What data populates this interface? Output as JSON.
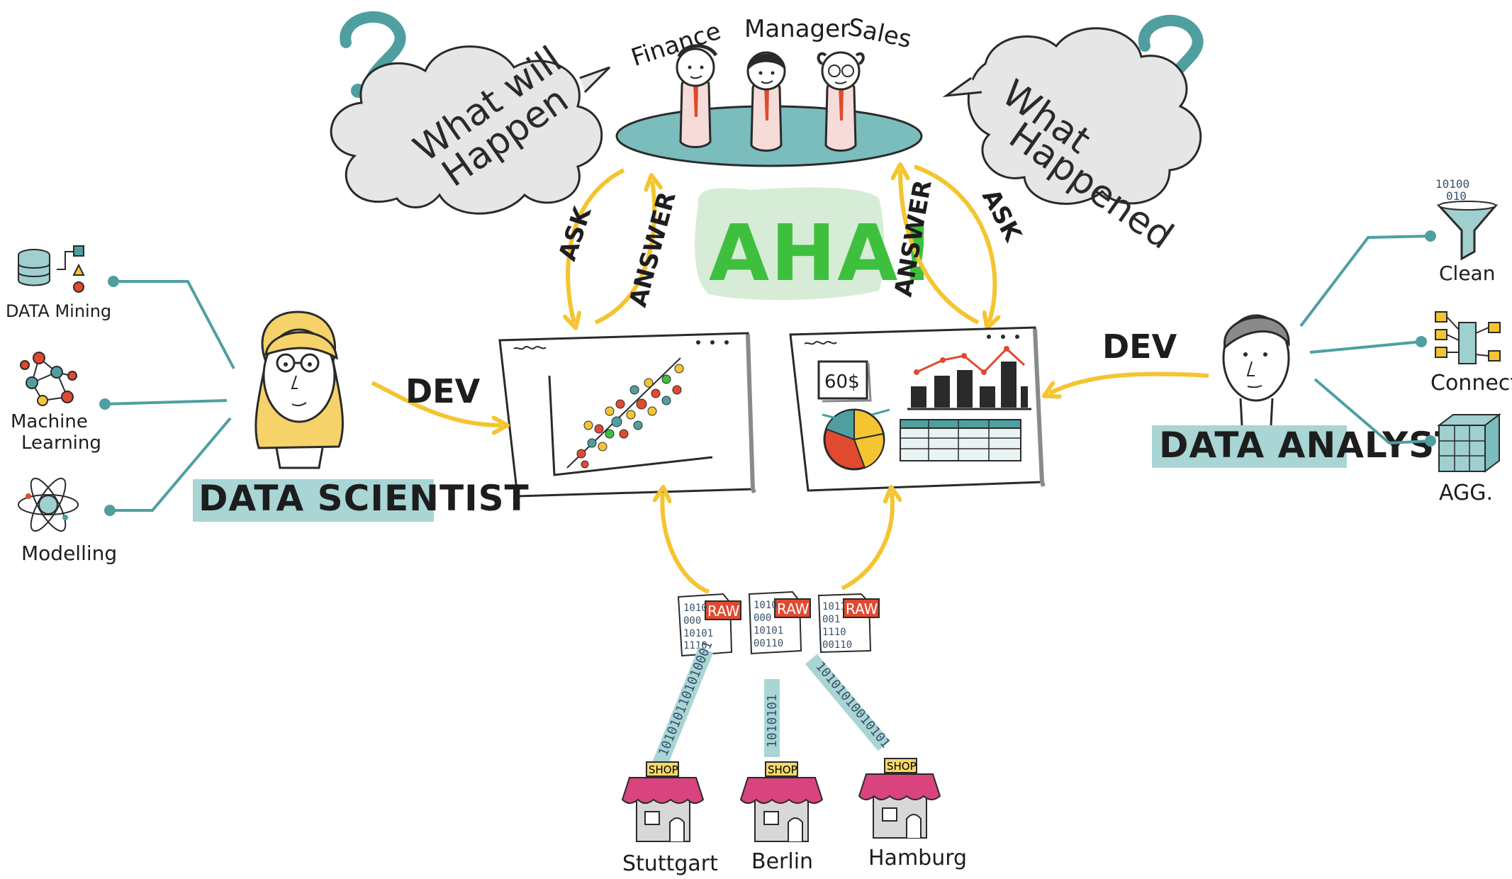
{
  "stakeholders": {
    "finance": "Finance",
    "manager": "Manager",
    "sales": "Sales"
  },
  "clouds": {
    "left": [
      "What will",
      "Happen"
    ],
    "right": [
      "What",
      "Happened"
    ]
  },
  "center": {
    "aha": "AHA!",
    "ask_left": "ASK",
    "answer_left": "ANSWER",
    "ask_right": "ASK",
    "answer_right": "ANSWER"
  },
  "scientist": {
    "role": "DATA SCIENTIST",
    "dev": "DEV",
    "skills": [
      "DATA Mining",
      "Machine",
      "Learning",
      "Modelling"
    ]
  },
  "analyst": {
    "role": "DATA ANALYST",
    "dev": "DEV",
    "skills": [
      "Clean",
      "Connect",
      "AGG."
    ]
  },
  "dashboard": {
    "price": "60$"
  },
  "raw": {
    "tag": "RAW",
    "bits": [
      "1010",
      "000",
      "1011",
      "001",
      "10101",
      "1110",
      "00110"
    ]
  },
  "streams": [
    "1010101101010001",
    "1010101",
    "10101010010101"
  ],
  "shops": {
    "sign": "SHOP",
    "cities": [
      "Stuttgart",
      "Berlin",
      "Hamburg"
    ]
  },
  "funnel_bits": [
    "10100",
    "010"
  ],
  "colors": {
    "teal": "#4f9fa0",
    "teal_light": "#9fcfcf",
    "yellow": "#f4c531",
    "green": "#3ec03e",
    "red": "#e04a30",
    "shop_pink": "#d9437e"
  }
}
